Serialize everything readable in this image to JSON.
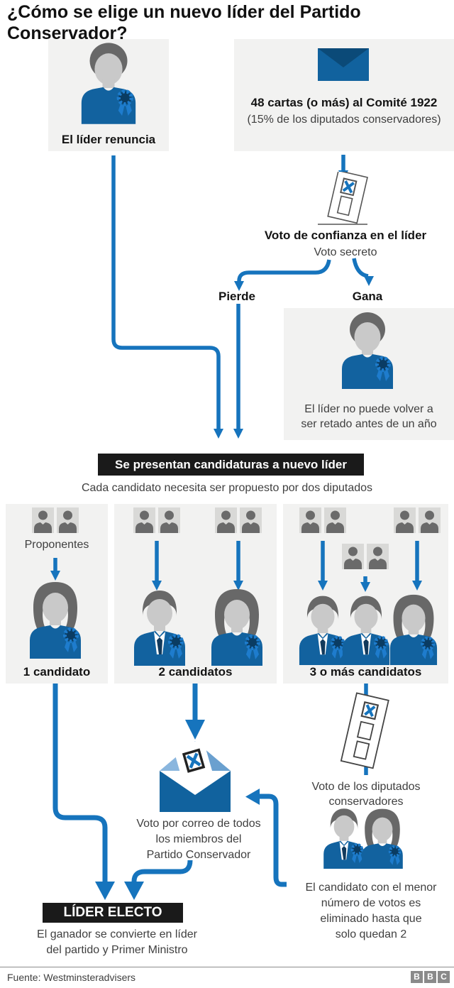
{
  "title": "¿Cómo se elige un nuevo líder del Partido Conservador?",
  "colors": {
    "flow_blue": "#1674bd",
    "clothing_blue": "#12629f",
    "envelope_flap": "#0b4a78",
    "open_flap_light": "#8ab6de",
    "panel_gray": "#f2f2f1",
    "banner_black": "#1a1a1a",
    "rosette_ring": "#1e7ccd",
    "rosette_center": "#0a3c63"
  },
  "top": {
    "leader_resigns": "El líder renuncia",
    "letters_bold": "48 cartas (o más) al Comité 1922",
    "letters_sub": "(15% de los diputados conservadores)"
  },
  "confidence": {
    "heading": "Voto de confianza en el líder",
    "sub": "Voto secreto",
    "lose": "Pierde",
    "win": "Gana",
    "win_note": "El líder no puede volver a\nser retado antes de un año"
  },
  "nominations": {
    "banner": "Se presentan candidaturas a nuevo líder",
    "sub": "Cada candidato necesita ser propuesto por dos diputados",
    "proponents": "Proponentes",
    "col1": "1 candidato",
    "col2": "2 candidatos",
    "col3": "3 o más candidatos"
  },
  "voting": {
    "mp_vote": "Voto de los diputados\nconservadores",
    "postal": "Voto por correo de todos\nlos miembros del\nPartido Conservador",
    "elimination": "El candidato con el menor\nnúmero de votos es\neliminado hasta que\nsolo quedan 2"
  },
  "result": {
    "banner": "LÍDER ELECTO",
    "sub": "El ganador se convierte en líder\ndel partido y Primer Ministro"
  },
  "footer": {
    "source": "Fuente: Westminsteradvisers",
    "logo_letters": [
      "B",
      "B",
      "C"
    ]
  }
}
